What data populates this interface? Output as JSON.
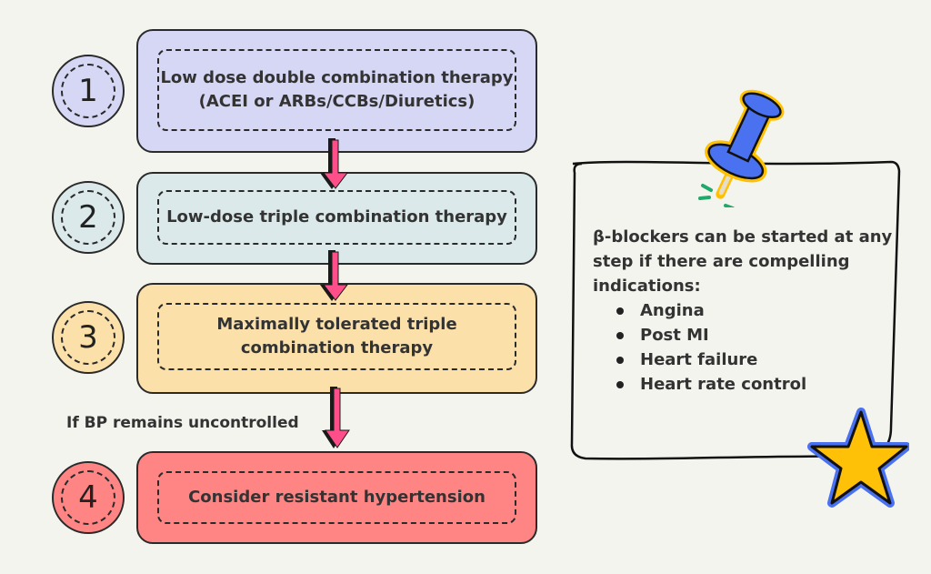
{
  "steps": [
    {
      "number": "1",
      "text_line1": "Low dose double combination therapy",
      "text_line2": "(ACEI or ARBs/CCBs/Diuretics)",
      "color": "#d5d7f5"
    },
    {
      "number": "2",
      "text_line1": "Low-dose triple combination therapy",
      "text_line2": "",
      "color": "#dbe9ea"
    },
    {
      "number": "3",
      "text_line1": "Maximally tolerated triple",
      "text_line2": "combination therapy",
      "color": "#fbe0aa"
    },
    {
      "number": "4",
      "text_line1": "Consider resistant hypertension",
      "text_line2": "",
      "color": "#ff8585"
    }
  ],
  "condition_label": "If BP remains uncontrolled",
  "arrow_color": "#ff4f8b",
  "note": {
    "intro": "β-blockers can be started at any step if there are compelling indications:",
    "items": [
      "Angina",
      "Post MI",
      "Heart failure",
      "Heart rate control"
    ]
  },
  "decorations": {
    "pin_color": "#4a72f0",
    "pin_outline": "#ffc000",
    "star_color": "#ffc107",
    "star_outline": "#4a72f0"
  }
}
